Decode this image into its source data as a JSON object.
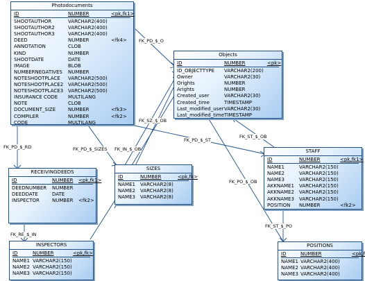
{
  "entities": {
    "photodocuments": {
      "title": "Photodocuments",
      "header": [
        "ID",
        "NUMBER",
        "<pk,fk1>"
      ],
      "rows": [
        [
          "SHOOTAUTHOR",
          "VARCHAR2(400)",
          ""
        ],
        [
          "SHOOTAUTHOR2",
          "VARCHAR2(400)",
          ""
        ],
        [
          "SHOOTAUTHOR3",
          "VARCHAR2(400)",
          ""
        ],
        [
          "DEED",
          "NUMBER",
          "<fk4>"
        ],
        [
          "ANNOTATION",
          "CLOB",
          ""
        ],
        [
          "KIND",
          "NUMBER",
          ""
        ],
        [
          "SHOOTDATE",
          "DATE",
          ""
        ],
        [
          "IMAGE",
          "BLOB",
          ""
        ],
        [
          "NUMBERNEGATIVES",
          "NUMBER",
          ""
        ],
        [
          "NOTESHOOTPLACE",
          "VARCHAR2(500)",
          ""
        ],
        [
          "NOTESHOOTPLACE2",
          "VARCHAR2(500)",
          ""
        ],
        [
          "NOTESHOOTPLACE3",
          "VARCHAR2(500)",
          ""
        ],
        [
          "INSURANCE CODE",
          "MULTILANG",
          ""
        ],
        [
          "NOTE",
          "CLOB",
          ""
        ],
        [
          "DOCUMENT_SIZE",
          "NUMBER",
          "<fk3>"
        ],
        [
          "COMPILER",
          "NUMBER",
          "<fk2>"
        ],
        [
          "CODE",
          "MULTILANG",
          ""
        ]
      ]
    },
    "objects": {
      "title": "Objects",
      "header": [
        "ID",
        "NUMBER",
        "<pk>"
      ],
      "rows": [
        [
          "ID_OBJECTTYPE",
          "VARCHAR2(200)",
          ""
        ],
        [
          "Owner",
          "VARCHAR2(30)",
          ""
        ],
        [
          "Orights",
          "NUMBER",
          ""
        ],
        [
          "Arights",
          "NUMBER",
          ""
        ],
        [
          "Created_user",
          "VARCHAR2(30)",
          ""
        ],
        [
          "Created_time",
          "TIMESTAMP",
          ""
        ],
        [
          "Last_modified_user",
          "VARCHAR2(30)",
          ""
        ],
        [
          "Last_modified_time",
          "TIMESTAMP",
          ""
        ]
      ]
    },
    "receivingdeeds": {
      "title": "RECEIVINGDEEDS",
      "header": [
        "ID",
        "NUMBER",
        "<pk,fk1>"
      ],
      "rows": [
        [
          "DEEDNUMBER",
          "NUMBER",
          ""
        ],
        [
          "DEEDDATE",
          "DATE",
          ""
        ],
        [
          "INSPECTOR",
          "NUMBER",
          "<fk2>"
        ]
      ]
    },
    "sizes": {
      "title": "SIZES",
      "header": [
        "ID",
        "NUMBER",
        "<pk,fk>"
      ],
      "rows": [
        [
          "NAME1",
          "VARCHAR2(8)",
          ""
        ],
        [
          "NAME2",
          "VARCHAR2(8)",
          ""
        ],
        [
          "NAME3",
          "VARCHAR2(8)",
          ""
        ]
      ]
    },
    "staff": {
      "title": "STAFF",
      "header": [
        "ID",
        "NUMBER",
        "<pk,fk1>"
      ],
      "rows": [
        [
          "NAME1",
          "VARCHAR2(150)",
          ""
        ],
        [
          "NAME2",
          "VARCHAR2(150)",
          ""
        ],
        [
          "NAME3",
          "VARCHAR2(150)",
          ""
        ],
        [
          "AKKNAME1",
          "VARCHAR2(150)",
          ""
        ],
        [
          "AKKNAME2",
          "VARCHAR2(150)",
          ""
        ],
        [
          "AKKNAME3",
          "VARCHAR2(150)",
          ""
        ],
        [
          "POSITION",
          "NUMBER",
          "<fk2>"
        ]
      ]
    },
    "inspectors": {
      "title": "INSPECTORS",
      "header": [
        "ID",
        "NUMBER",
        "<pk,fk>"
      ],
      "rows": [
        [
          "NAME1",
          "VARCHAR2(150)",
          ""
        ],
        [
          "NAME2",
          "VARCHAR2(150)",
          ""
        ],
        [
          "NAME3",
          "VARCHAR2(150)",
          ""
        ]
      ]
    },
    "positions": {
      "title": "POSITIONS",
      "header": [
        "ID",
        "NUMBER",
        "<pk,fk>"
      ],
      "rows": [
        [
          "NAME1",
          "VARCHAR2(400)",
          ""
        ],
        [
          "NAME2",
          "VARCHAR2(400)",
          ""
        ],
        [
          "NAME3",
          "VARCHAR2(400)",
          ""
        ]
      ]
    }
  },
  "relationships": {
    "fk_pd_o": "FK_PD_$_O",
    "fk_sz_o": "FK_SZ_$_OB",
    "fk_pd_st": "FK_PD_$_ST",
    "fk_st_ob": "FK_ST_$_OB",
    "fk_pd_rd": "FK_PD_$_RD",
    "fk_pd_sizes": "FK_PD_$_SIZES",
    "fk_in_ob": "FK_IN_$_OB",
    "fk_re_in": "FK_RE_$_IN",
    "fk_po_ob": "FK_PO_$_OB",
    "fk_st_po": "FK_ST_$_PO"
  },
  "colors": {
    "border": "#1f4f87",
    "line": "#1f4f87",
    "gradient_end": "#a9cdf2"
  }
}
